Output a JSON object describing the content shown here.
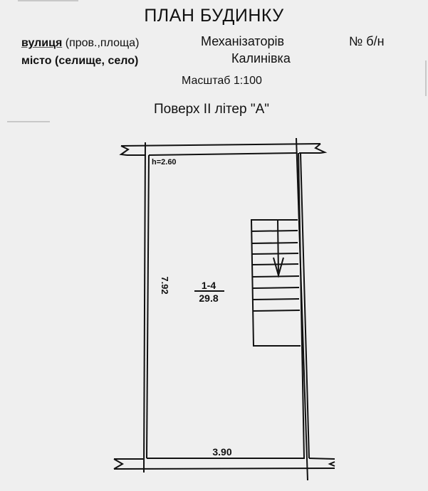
{
  "header": {
    "title": "ПЛАН БУДИНКУ",
    "street_label_main": "вулиця",
    "street_label_rest": " (пров.,площа)",
    "street_value": "Механізаторів",
    "house_number": "№ б/н",
    "city_label": "місто (селище, село)",
    "city_value": "Калинівка",
    "scale": "Масштаб 1:100",
    "floor": "Поверх ІІ літер \"А\""
  },
  "plan": {
    "ceiling_height": "h=2.60",
    "room_number": "1-4",
    "room_area": "29.8",
    "side_length": "7.92",
    "bottom_length": "3.90"
  }
}
